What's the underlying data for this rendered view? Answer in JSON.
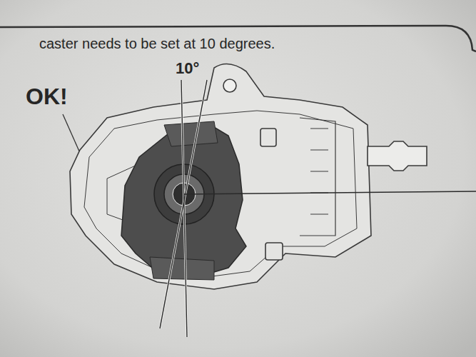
{
  "diagram": {
    "labels": [
      "caster needs to be set at 10 degrees.",
      "10°",
      "OK!"
    ]
  }
}
